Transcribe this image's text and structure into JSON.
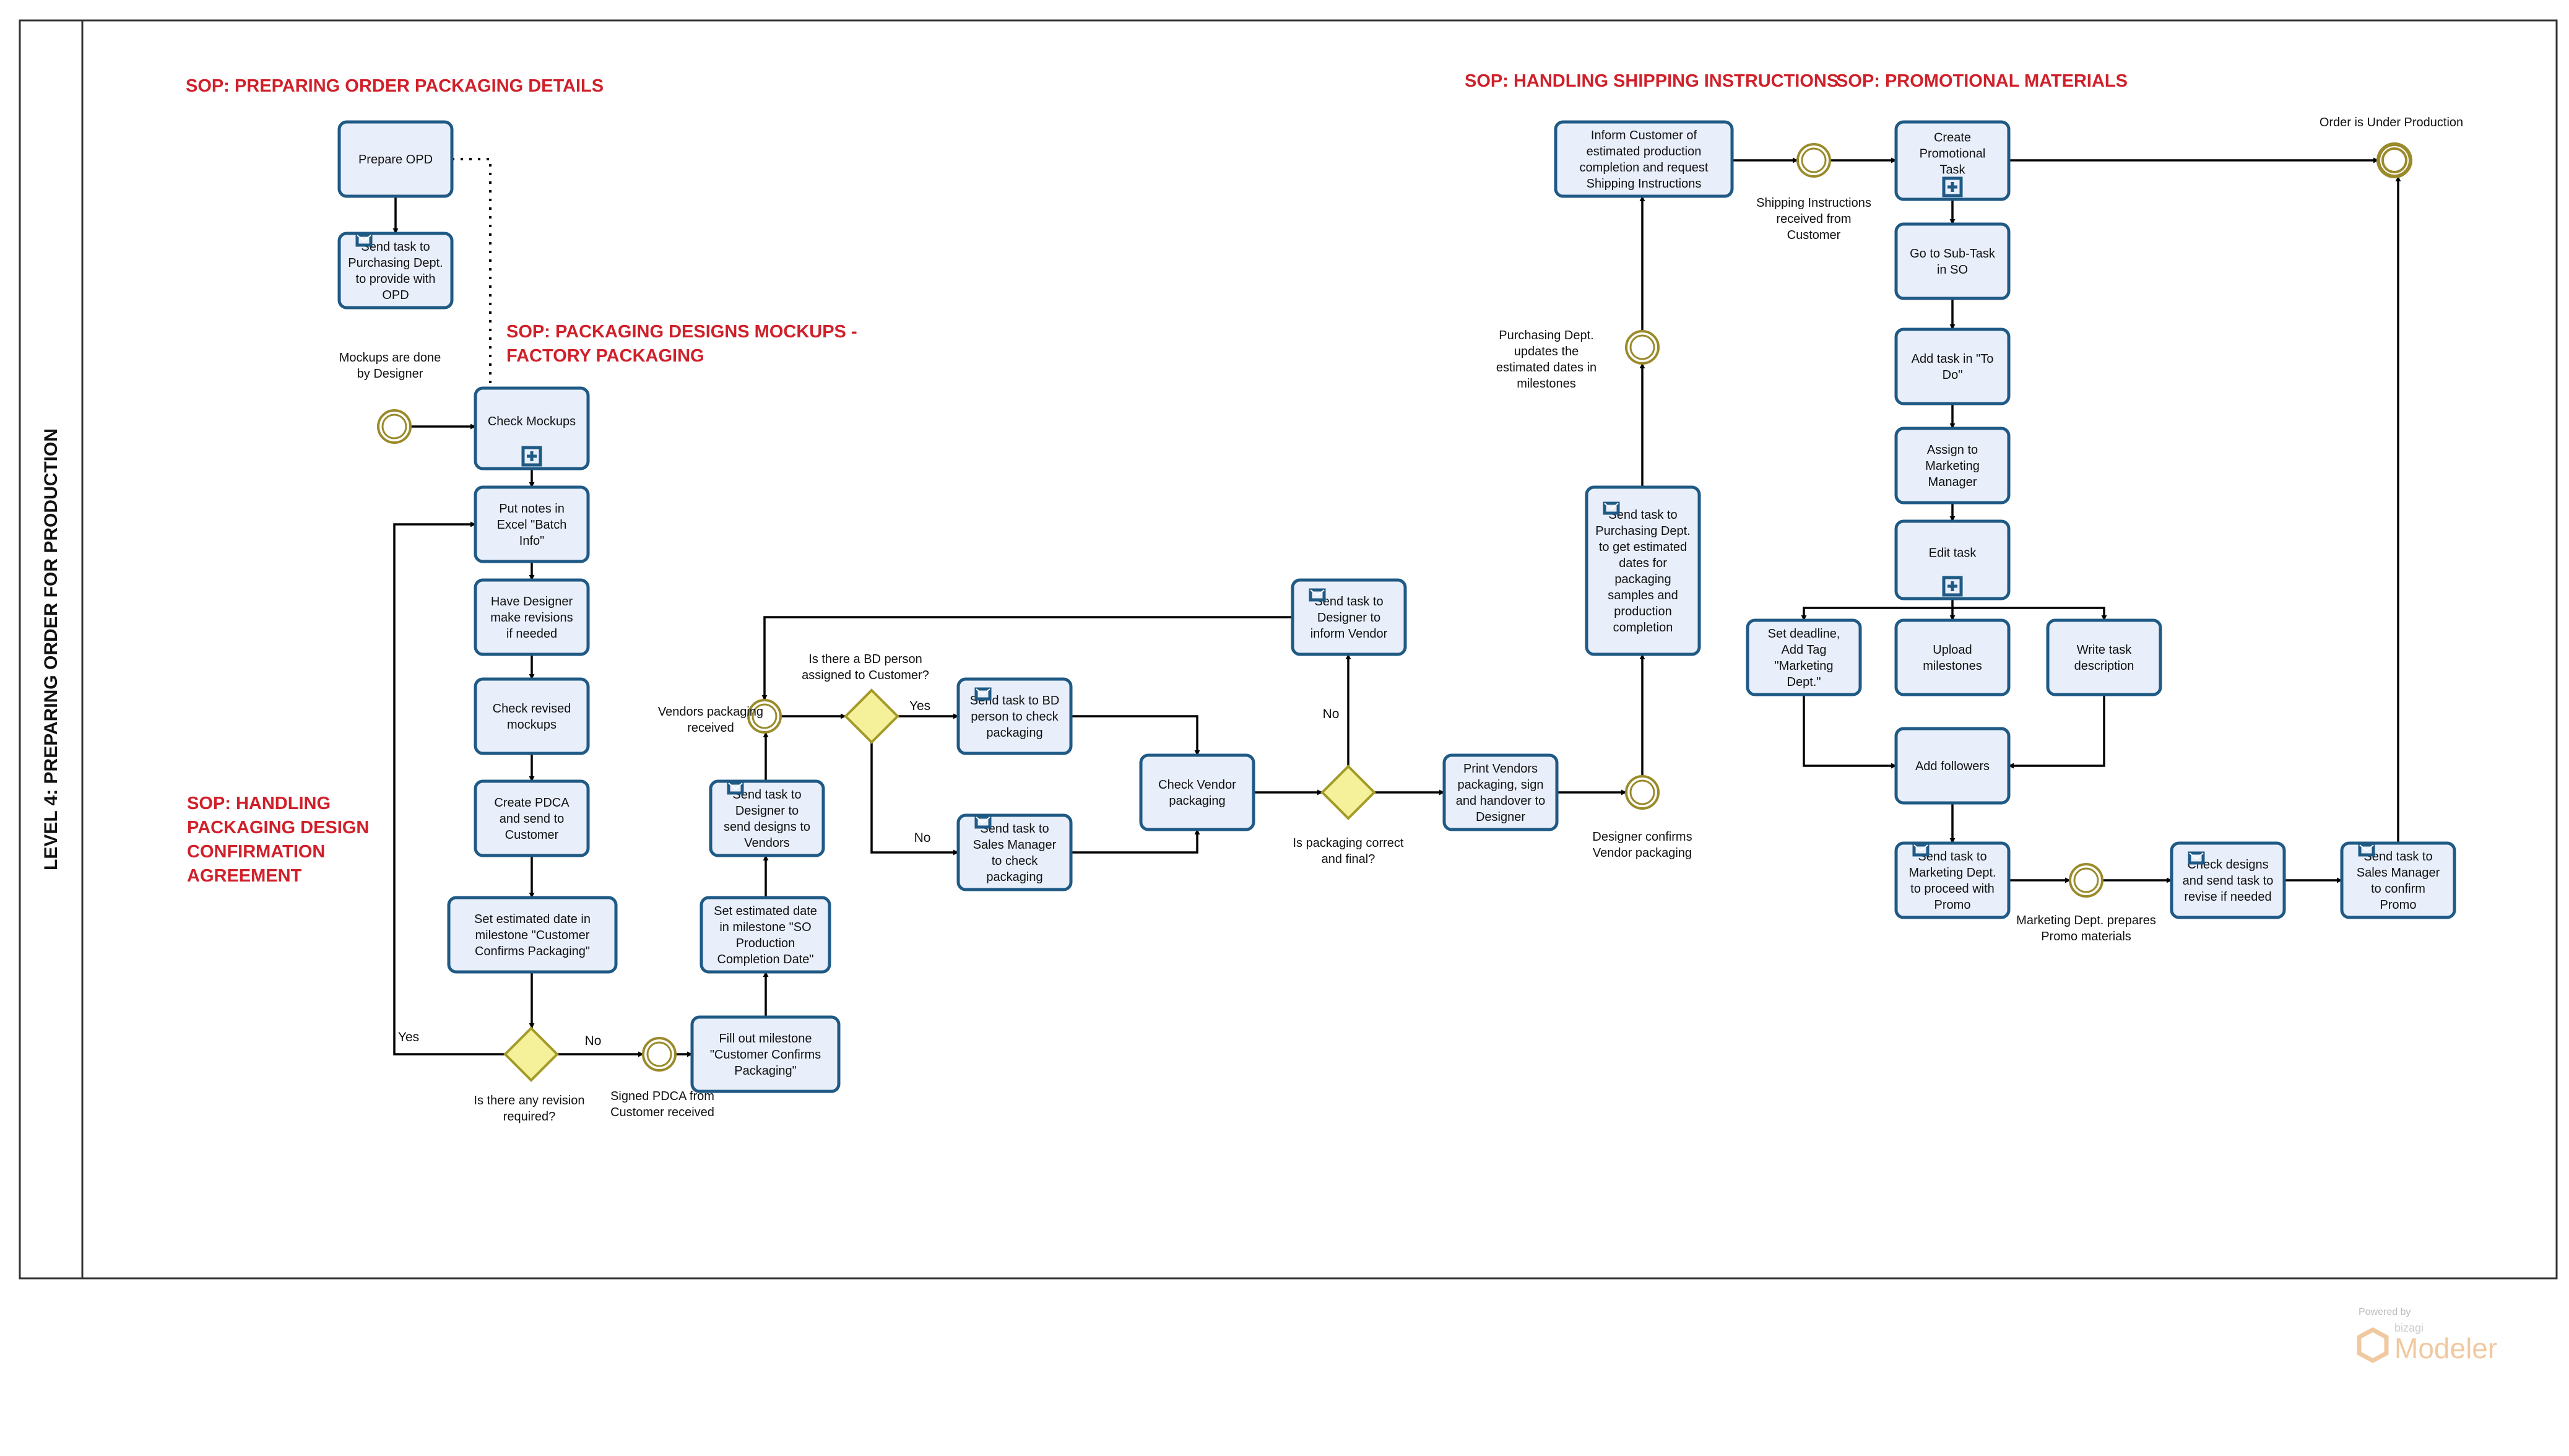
{
  "pool": {
    "label": "LEVEL 4: PREPARING ORDER FOR PRODUCTION"
  },
  "sop_titles": [
    {
      "id": "s1",
      "lines": [
        "SOP: PREPARING ORDER PACKAGING DETAILS"
      ]
    },
    {
      "id": "s2",
      "lines": [
        "SOP: PACKAGING DESIGNS MOCKUPS -",
        "FACTORY PACKAGING"
      ]
    },
    {
      "id": "s3",
      "lines": [
        "SOP: HANDLING",
        "PACKAGING DESIGN",
        "CONFIRMATION",
        "AGREEMENT"
      ]
    },
    {
      "id": "s4",
      "lines": [
        "SOP: HANDLING SHIPPING INSTRUCTIONS"
      ]
    },
    {
      "id": "s5",
      "lines": [
        "SOP: PROMOTIONAL MATERIALS"
      ]
    }
  ],
  "tasks": [
    {
      "id": "t1",
      "lines": [
        "Prepare OPD"
      ]
    },
    {
      "id": "t2",
      "lines": [
        "Send task to",
        "Purchasing Dept.",
        "to provide with",
        "OPD"
      ],
      "icon": "envelope-icon"
    },
    {
      "id": "t3",
      "lines": [
        "Check Mockups"
      ],
      "icon": "subprocess-plus-icon"
    },
    {
      "id": "t4",
      "lines": [
        "Put notes in",
        "Excel \"Batch",
        "Info\""
      ]
    },
    {
      "id": "t5",
      "lines": [
        "Have Designer",
        "make revisions",
        "if needed"
      ]
    },
    {
      "id": "t6",
      "lines": [
        "Check revised",
        "mockups"
      ]
    },
    {
      "id": "t7",
      "lines": [
        "Create PDCA",
        "and send to",
        "Customer"
      ]
    },
    {
      "id": "t8",
      "lines": [
        "Set estimated date in",
        "milestone \"Customer",
        "Confirms Packaging\""
      ]
    },
    {
      "id": "t9",
      "lines": [
        "Fill out milestone",
        "\"Customer Confirms",
        "Packaging\""
      ]
    },
    {
      "id": "t10",
      "lines": [
        "Set estimated date",
        "in milestone \"SO",
        "Production",
        "Completion Date\""
      ]
    },
    {
      "id": "t11",
      "lines": [
        "Send task to",
        "Designer to",
        "send designs to",
        "Vendors"
      ],
      "icon": "envelope-icon"
    },
    {
      "id": "t12",
      "lines": [
        "Send task to BD",
        "person to check",
        "packaging"
      ],
      "icon": "envelope-icon"
    },
    {
      "id": "t13",
      "lines": [
        "Send task to",
        "Sales Manager",
        "to check",
        "packaging"
      ],
      "icon": "envelope-icon"
    },
    {
      "id": "t14",
      "lines": [
        "Send task to",
        "Designer to",
        "inform Vendor"
      ],
      "icon": "envelope-icon"
    },
    {
      "id": "t15",
      "lines": [
        "Check Vendor",
        "packaging"
      ]
    },
    {
      "id": "t16",
      "lines": [
        "Print Vendors",
        "packaging, sign",
        "and handover to",
        "Designer"
      ]
    },
    {
      "id": "t17",
      "lines": [
        "Send task to",
        "Purchasing Dept.",
        "to get estimated",
        "dates for",
        "packaging",
        "samples and",
        "production",
        "completion"
      ],
      "icon": "envelope-icon"
    },
    {
      "id": "t18",
      "lines": [
        "Inform Customer of",
        "estimated production",
        "completion and request",
        "Shipping Instructions"
      ]
    },
    {
      "id": "t19",
      "lines": [
        "Create",
        "Promotional",
        "Task"
      ],
      "icon": "subprocess-plus-icon"
    },
    {
      "id": "t20",
      "lines": [
        "Go to Sub-Task",
        "in SO"
      ]
    },
    {
      "id": "t21",
      "lines": [
        "Add task in \"To",
        "Do\""
      ]
    },
    {
      "id": "t22",
      "lines": [
        "Assign to",
        "Marketing",
        "Manager"
      ]
    },
    {
      "id": "t23",
      "lines": [
        "Edit task"
      ],
      "icon": "subprocess-plus-icon"
    },
    {
      "id": "t24",
      "lines": [
        "Set deadline,",
        "Add Tag",
        "\"Marketing",
        "Dept.\""
      ]
    },
    {
      "id": "t25",
      "lines": [
        "Upload",
        "milestones"
      ]
    },
    {
      "id": "t26",
      "lines": [
        "Write task",
        "description"
      ]
    },
    {
      "id": "t27",
      "lines": [
        "Add followers"
      ]
    },
    {
      "id": "t28",
      "lines": [
        "Send task to",
        "Marketing Dept.",
        "to proceed with",
        "Promo"
      ],
      "icon": "envelope-icon"
    },
    {
      "id": "t29",
      "lines": [
        "Check designs",
        "and send task to",
        "revise if needed"
      ],
      "icon": "envelope-icon"
    },
    {
      "id": "t30",
      "lines": [
        "Send task to",
        "Sales Manager",
        "to confirm",
        "Promo"
      ],
      "icon": "envelope-icon"
    }
  ],
  "events": [
    {
      "id": "e1",
      "kind": "start",
      "lines": [
        "Mockups are done",
        "by Designer"
      ]
    },
    {
      "id": "e2",
      "kind": "intermediate",
      "lines": [
        "Signed PDCA from",
        "Customer received"
      ]
    },
    {
      "id": "e3",
      "kind": "intermediate",
      "lines": [
        "Vendors packaging",
        "received"
      ]
    },
    {
      "id": "e4",
      "kind": "intermediate",
      "lines": [
        "Designer confirms",
        "Vendor packaging"
      ]
    },
    {
      "id": "e5",
      "kind": "intermediate",
      "lines": [
        "Purchasing Dept.",
        "updates the",
        "estimated dates in",
        "milestones"
      ]
    },
    {
      "id": "e6",
      "kind": "intermediate",
      "lines": [
        "Shipping Instructions",
        "received from",
        "Customer"
      ]
    },
    {
      "id": "e7",
      "kind": "intermediate",
      "lines": [
        "Marketing Dept. prepares",
        "Promo materials"
      ]
    },
    {
      "id": "e8",
      "kind": "end",
      "lines": [
        "Order is Under Production"
      ]
    }
  ],
  "gateways": [
    {
      "id": "g1",
      "lines": [
        "Is there any revision",
        "required?"
      ]
    },
    {
      "id": "g2",
      "lines": [
        "Is there a BD person",
        "assigned to Customer?"
      ]
    },
    {
      "id": "g3",
      "lines": [
        "Is packaging correct",
        "and final?"
      ]
    }
  ],
  "flow_labels": [
    {
      "id": "f1",
      "text": "Yes"
    },
    {
      "id": "f2",
      "text": "No"
    },
    {
      "id": "f3",
      "text": "Yes"
    },
    {
      "id": "f4",
      "text": "No"
    },
    {
      "id": "f5",
      "text": "No"
    }
  ],
  "watermark": {
    "powered": "Powered by",
    "brand": "bizagi",
    "product": "Modeler"
  },
  "colors": {
    "task_fill": "#e8eefa",
    "task_border": "#1f5a85",
    "gateway_fill": "#f5f09a",
    "event_border": "#9a8a2a",
    "sop_red": "#d0202a",
    "watermark": "#f0c9a0"
  }
}
